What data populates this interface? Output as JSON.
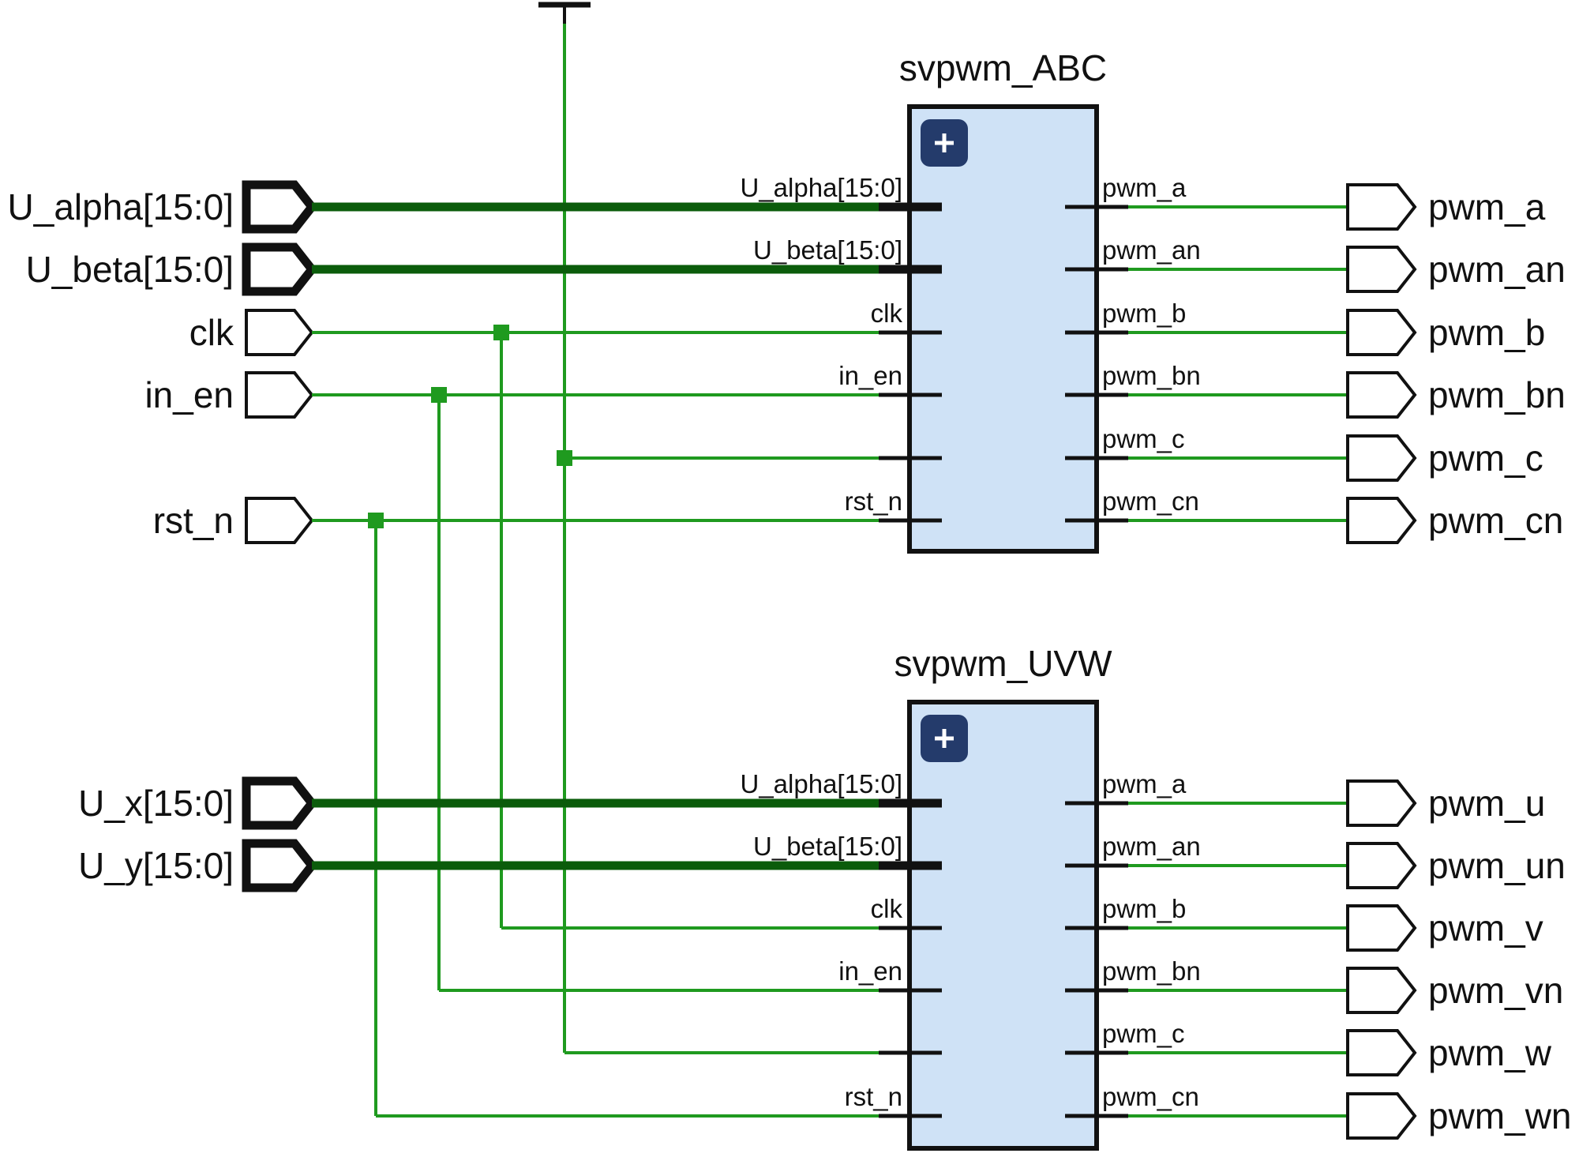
{
  "colors": {
    "wire": "#1f9a1f",
    "bus": "#0b5c0b",
    "block_fill": "#cfe2f6",
    "block_stroke": "#111111",
    "expand_icon": "#243b6b",
    "port_stroke": "#111111"
  },
  "inputs": [
    {
      "label": "U_alpha[15:0]",
      "bus": true
    },
    {
      "label": "U_beta[15:0]",
      "bus": true
    },
    {
      "label": "clk",
      "bus": false
    },
    {
      "label": "in_en",
      "bus": false
    },
    {
      "label": "rst_n",
      "bus": false
    },
    {
      "label": "U_x[15:0]",
      "bus": true
    },
    {
      "label": "U_y[15:0]",
      "bus": true
    }
  ],
  "constant_icon": "tie-high-icon",
  "blocks": [
    {
      "title": "svpwm_ABC",
      "expand_icon": "plus-icon",
      "left_pins": [
        "U_alpha[15:0]",
        "U_beta[15:0]",
        "clk",
        "in_en",
        "",
        "rst_n"
      ],
      "right_pins": [
        "pwm_a",
        "pwm_an",
        "pwm_b",
        "pwm_bn",
        "pwm_c",
        "pwm_cn"
      ],
      "outputs": [
        "pwm_a",
        "pwm_an",
        "pwm_b",
        "pwm_bn",
        "pwm_c",
        "pwm_cn"
      ]
    },
    {
      "title": "svpwm_UVW",
      "expand_icon": "plus-icon",
      "left_pins": [
        "U_alpha[15:0]",
        "U_beta[15:0]",
        "clk",
        "in_en",
        "",
        "rst_n"
      ],
      "right_pins": [
        "pwm_a",
        "pwm_an",
        "pwm_b",
        "pwm_bn",
        "pwm_c",
        "pwm_cn"
      ],
      "outputs": [
        "pwm_u",
        "pwm_un",
        "pwm_v",
        "pwm_vn",
        "pwm_w",
        "pwm_wn"
      ]
    }
  ]
}
